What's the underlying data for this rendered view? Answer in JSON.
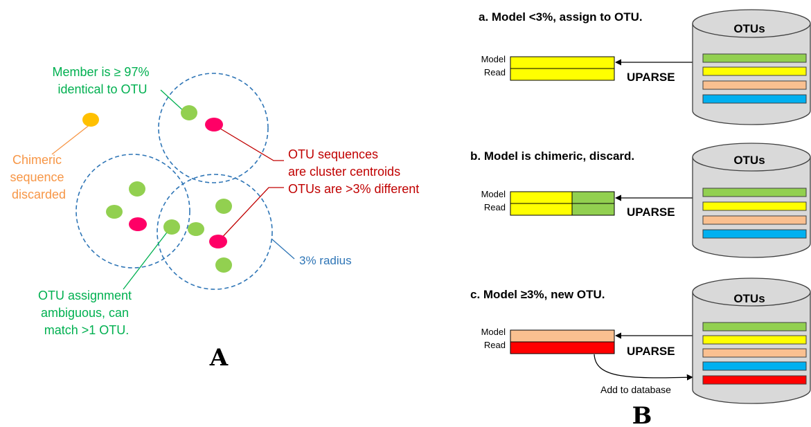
{
  "panel_a": {
    "letter": "A",
    "member_label": [
      "Member is ≥ 97%",
      "identical to OTU"
    ],
    "chimeric_label": [
      "Chimeric",
      "sequence",
      "discarded"
    ],
    "centroid_label": [
      "OTU sequences",
      "are cluster centroids",
      "OTUs are >3% different"
    ],
    "radius_label": "3% radius",
    "ambiguous_label": [
      "OTU assignment",
      "ambiguous, can",
      "match >1 OTU."
    ]
  },
  "panel_b": {
    "letter": "B",
    "a_title": "a. Model <3%, assign to OTU.",
    "b_title": "b. Model is chimeric, discard.",
    "c_title": "c. Model ≥3%, new OTU.",
    "model_label": "Model",
    "read_label": "Read",
    "uparse_label": "UPARSE",
    "db_label": "OTUs",
    "add_label": "Add to database"
  },
  "colors": {
    "green": "#92d050",
    "yellow": "#ffff00",
    "peach": "#fac090",
    "blue": "#00b0f0",
    "red": "#ff0000",
    "centroid_pink": "#ff0066",
    "chimera_orange": "#ffc000",
    "circle_blue": "#2e75b6"
  }
}
